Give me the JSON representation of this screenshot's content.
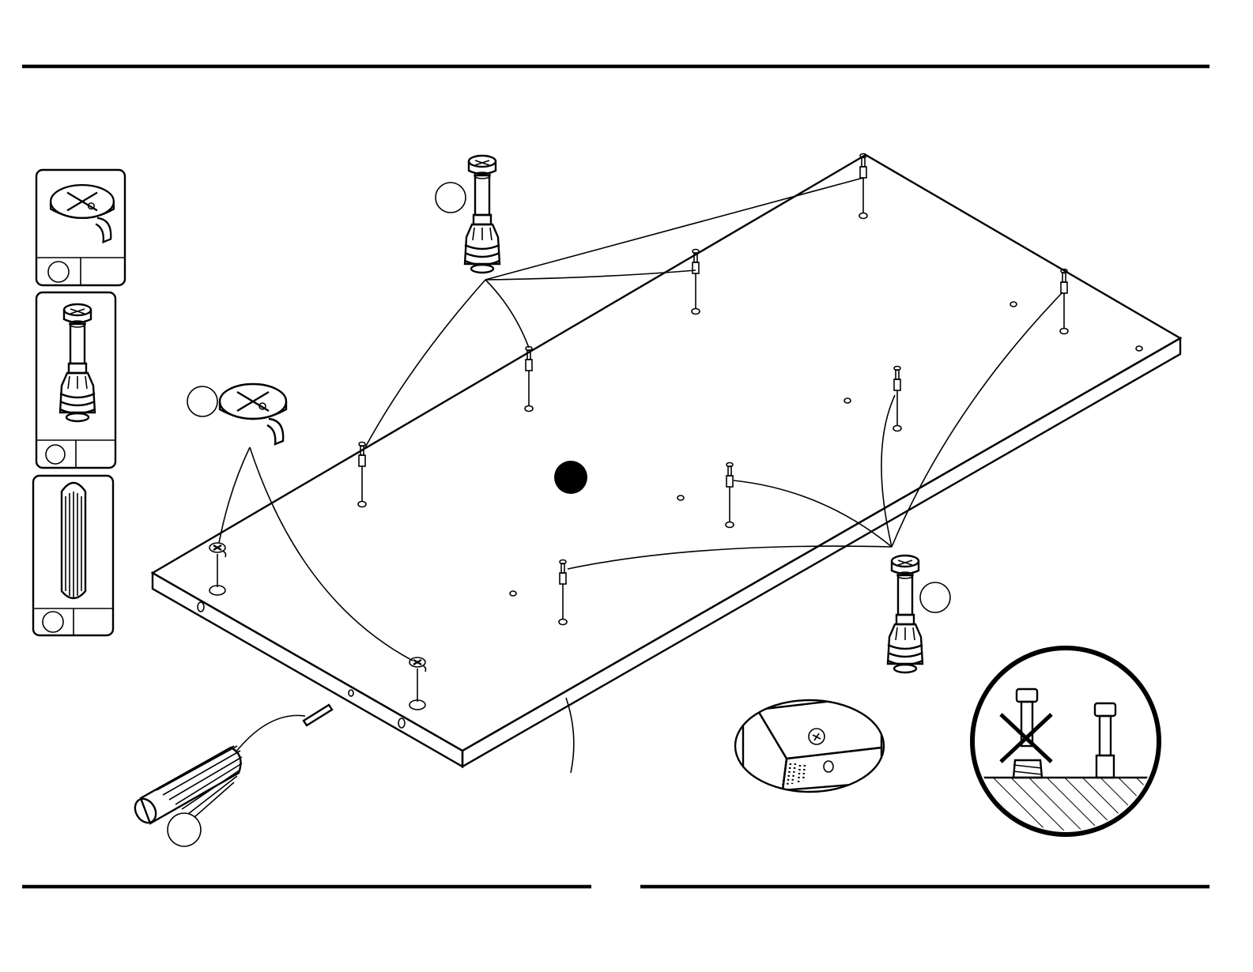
{
  "diagram": {
    "colors": {
      "ink": "#000000",
      "paper": "#ffffff"
    },
    "parts_column": [
      {
        "icon": "cam-lock-icon",
        "label": ""
      },
      {
        "icon": "cam-bolt-icon",
        "label": ""
      },
      {
        "icon": "wood-dowel-icon",
        "label": ""
      }
    ],
    "callouts": [
      {
        "name": "cam-bolt-callout-top",
        "label": ""
      },
      {
        "name": "cam-lock-callout",
        "label": ""
      },
      {
        "name": "cam-bolt-callout-right",
        "label": ""
      },
      {
        "name": "dowel-callout",
        "label": ""
      }
    ],
    "panel_marker": {
      "label": ""
    },
    "details": [
      {
        "name": "edge-orientation-detail",
        "icon": "magnifier-detail-icon"
      },
      {
        "name": "correct-installation-detail",
        "icon": "do-not-overtighten-icon"
      }
    ]
  }
}
